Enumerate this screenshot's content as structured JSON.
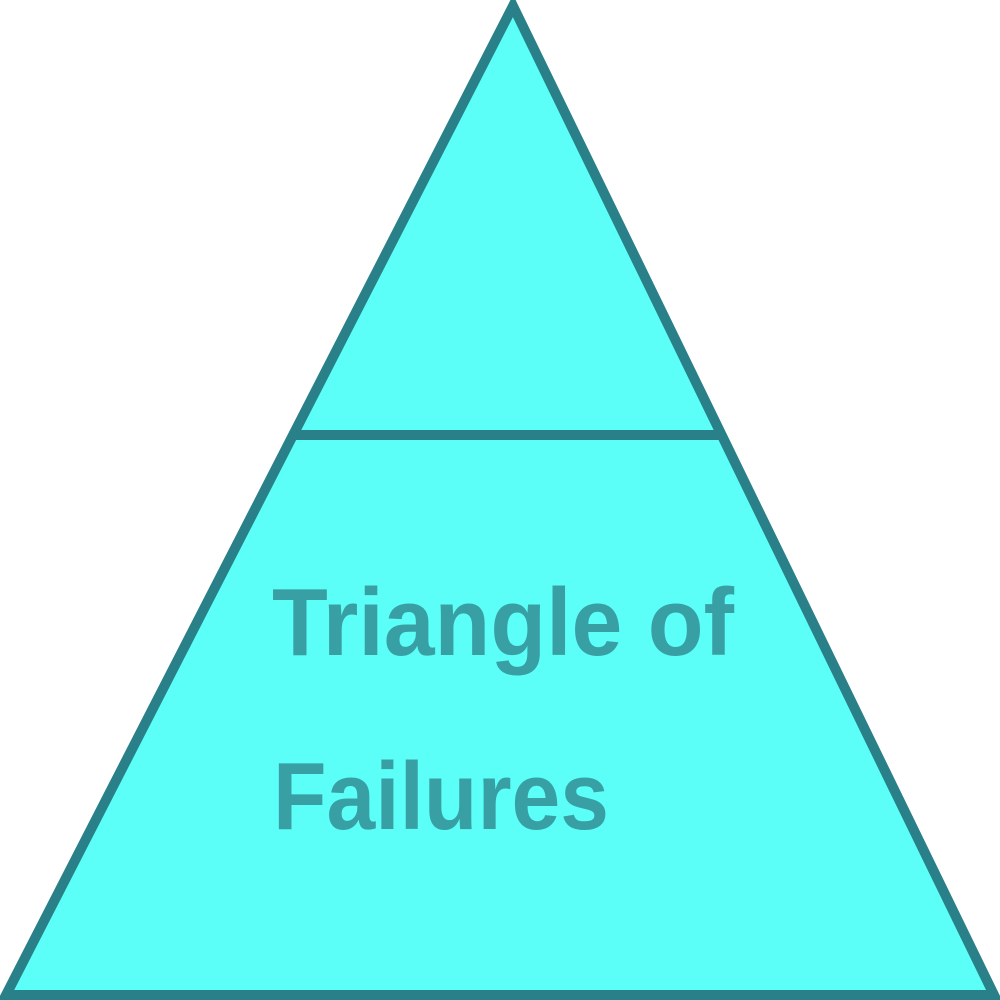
{
  "diagram": {
    "title": "Triangle of Failures",
    "label_lines": [
      "Triangle of",
      "Failures"
    ],
    "colors": {
      "fill": "#5bfff7",
      "stroke": "#2a8089",
      "text": "#38a0a5",
      "background": "#ffffff"
    },
    "sections": [
      {
        "name": "top-section",
        "label": ""
      },
      {
        "name": "bottom-section",
        "label": "Triangle of Failures"
      }
    ]
  }
}
